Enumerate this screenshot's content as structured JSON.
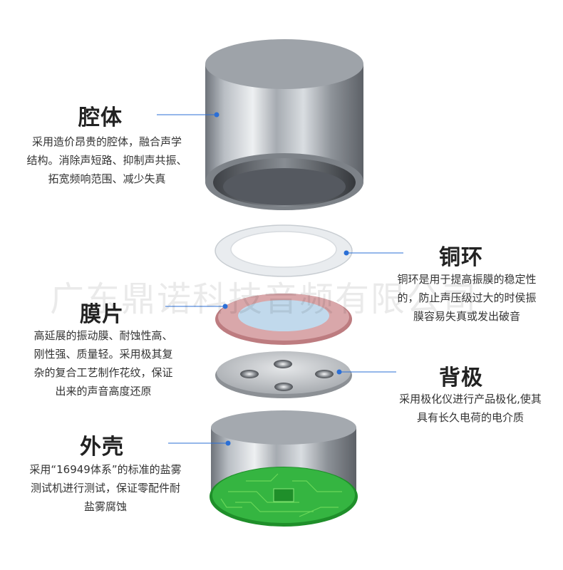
{
  "watermark": "广东鼎诺科技音频有限公司",
  "colors": {
    "leader": "#2b6fd6",
    "ring_white": "#f2f4f6",
    "diaphragm_rim": "#c98a8e",
    "diaphragm_center": "#bcd6ea",
    "pcb_green": "#2fae3a"
  },
  "parts": [
    {
      "id": "cavity",
      "title": "腔体",
      "desc": [
        "采用造价昂贵的腔体，融合声学",
        "结构。消除声短路、抑制声共振、",
        "拓宽频响范围、减少失真"
      ]
    },
    {
      "id": "copper-ring",
      "title": "铜环",
      "desc": [
        "铜环是用于提高振膜的稳定性",
        "的，防止声压级过大的时侯振",
        "膜容易失真或发出破音"
      ]
    },
    {
      "id": "diaphragm",
      "title": "膜片",
      "desc": [
        "高延展的振动膜、耐蚀性高、",
        "刚性强、质量轻。采用极其复",
        "杂的复合工艺制作花纹，保证",
        "出来的声音高度还原"
      ]
    },
    {
      "id": "back-plate",
      "title": "背极",
      "desc": [
        "采用极化仪进行产品极化,使其",
        "具有长久电荷的电介质"
      ]
    },
    {
      "id": "shell",
      "title": "外壳",
      "desc": [
        "采用“16949体系”的标准的盐雾",
        "测试机进行测试，保证零配件耐",
        "盐雾腐蚀"
      ]
    }
  ]
}
